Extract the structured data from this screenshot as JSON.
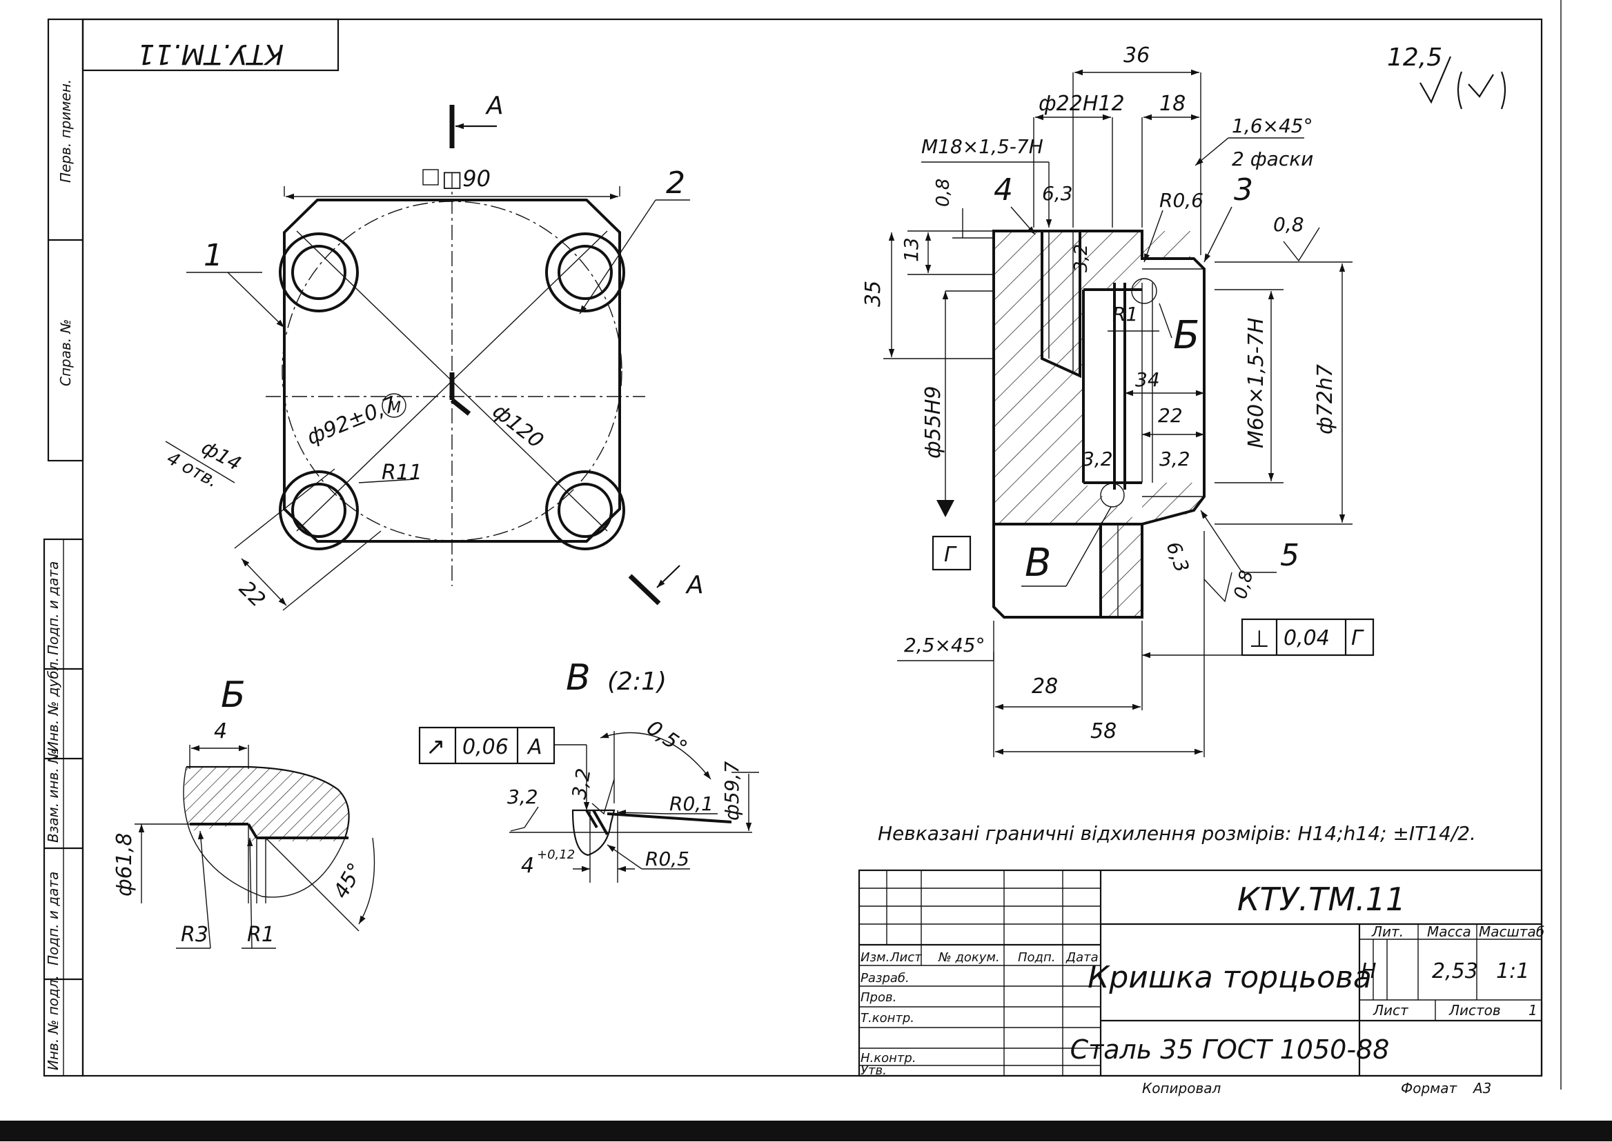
{
  "stamp_top": "КТУ.ТМ.11",
  "side_fields": [
    "Перв. примен.",
    "Справ. №",
    "Подп. и дата",
    "Инв. № дубл.",
    "Взам. инв. №",
    "Подп. и дата",
    "Инв. № подл."
  ],
  "roughness": {
    "value": "12,5",
    "symbol": "√(√)",
    "note": "0,8"
  },
  "plan_view": {
    "section_mark": "А",
    "size_square": "□90",
    "leader_1": "1",
    "leader_2": "2",
    "dim_pcd": "ф92±0,7",
    "mmc": "M",
    "dim_outer": "ф120",
    "dim_hole": "ф14",
    "hole_count": "4 отв.",
    "dim_radius": "R11",
    "dim_22": "22"
  },
  "section_view": {
    "dim_36": "36",
    "dim_bore": "ф22H12",
    "dim_18": "18",
    "chamfer_top": "1,6×45°",
    "chamfer_note": "2 фаски",
    "thread_small": "M18×1,5-7H",
    "r08": "0,8",
    "label_4": "4",
    "r63_top": "6,3",
    "r32_top": "3,2",
    "r06": "R0,6",
    "label_3": "3",
    "r08_right": "0,8",
    "dim_13": "13",
    "dim_35": "35",
    "r1": "R1",
    "view_b": "Б",
    "dim_34": "34",
    "thread_big": "M60×1,5-7H",
    "dim_72": "ф72h7",
    "dim_55": "ф55H9",
    "dim_22": "22",
    "r32_left": "3,2",
    "r32_right": "3,2",
    "datum_g": "Г",
    "view_v": "В",
    "r63_bottom": "6,3",
    "label_5": "5",
    "r08_bottom": "0,8",
    "chamfer_bottom": "2,5×45°",
    "dim_28": "28",
    "dim_58": "58",
    "tol_symbol": "⊥",
    "tol_value": "0,04",
    "tol_datum": "Г"
  },
  "detail_b": {
    "title": "Б",
    "dim_4": "4",
    "dim_618": "ф61,8",
    "r3": "R3",
    "r1": "R1",
    "angle": "45°"
  },
  "detail_v": {
    "title": "В",
    "scale": "(2:1)",
    "tol_symbol": "↗",
    "tol_value": "0,06",
    "tol_datum": "А",
    "angle": "0,5°",
    "r32a": "3,2",
    "r32b": "3,2",
    "r01": "R0,1",
    "dim_597": "ф59,7",
    "dim_4": "4",
    "dim_4_tol": "+0,12",
    "r05": "R0,5"
  },
  "note": "Невказані граничні відхилення розмірів: H14;h14; ±IT14/2.",
  "title_block": {
    "designation": "КТУ.ТМ.11",
    "part_name": "Кришка торцьова",
    "material": "Сталь 35  ГОСТ 1050-88",
    "col_headers": [
      "Изм.",
      "Лист",
      "№ докум.",
      "Подп.",
      "Дата"
    ],
    "roles": [
      "Разраб.",
      "Пров.",
      "Т.контр.",
      "Н.контр.",
      "Утв."
    ],
    "lit_label": "Лит.",
    "mass_label": "Масса",
    "scale_label": "Масштаб",
    "lit_value": "Н",
    "mass_value": "2,53",
    "scale_value": "1:1",
    "sheet_label": "Лист",
    "sheets_label": "Листов",
    "sheets_value": "1",
    "copied": "Копировал",
    "format_label": "Формат",
    "format_value": "А3"
  }
}
